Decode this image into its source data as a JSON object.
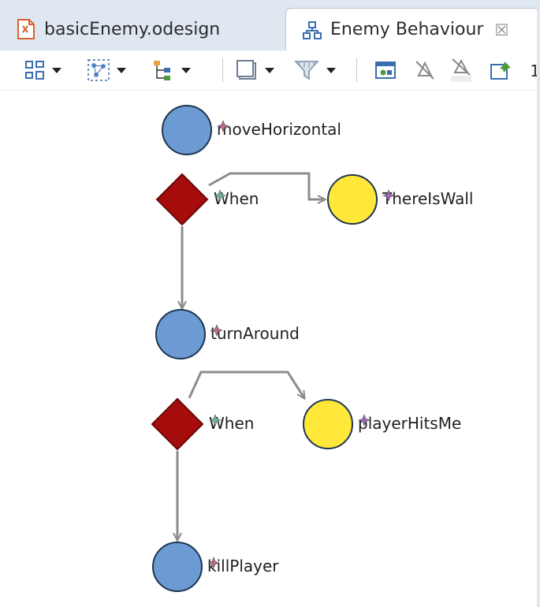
{
  "tabs": [
    {
      "label": "basicEnemy.odesign",
      "active": false
    },
    {
      "label": "Enemy Behaviour",
      "active": true
    }
  ],
  "toolbar": {
    "icons": [
      "arrange-all-icon",
      "layout-icon",
      "tree-layout-icon",
      "select-icon",
      "filter-icon",
      "show-layer-icon",
      "hide-element-icon",
      "hide-label-icon",
      "pin-icon"
    ],
    "trailing_text": "1"
  },
  "diagram": {
    "nodes": [
      {
        "id": "moveHorizontal",
        "kind": "action",
        "label": "moveHorizontal"
      },
      {
        "id": "when1",
        "kind": "condition",
        "label": "When"
      },
      {
        "id": "ThereIsWall",
        "kind": "event",
        "label": "ThereIsWall"
      },
      {
        "id": "turnAround",
        "kind": "action",
        "label": "turnAround"
      },
      {
        "id": "when2",
        "kind": "condition",
        "label": "When"
      },
      {
        "id": "playerHitsMe",
        "kind": "event",
        "label": "playerHitsMe"
      },
      {
        "id": "killPlayer",
        "kind": "action",
        "label": "killPlayer"
      }
    ],
    "edges": [
      {
        "from": "when1",
        "to": "ThereIsWall"
      },
      {
        "from": "when1",
        "to": "turnAround"
      },
      {
        "from": "when2",
        "to": "playerHitsMe"
      },
      {
        "from": "when2",
        "to": "killPlayer"
      }
    ]
  },
  "colors": {
    "action_fill": "#6b9bd2",
    "condition_fill": "#a50d0d",
    "event_fill": "#ffe83a",
    "edge": "#8c8c8c",
    "star_action": "#b86b86",
    "star_condition": "#6fb59a",
    "star_event": "#9a6ab0"
  }
}
